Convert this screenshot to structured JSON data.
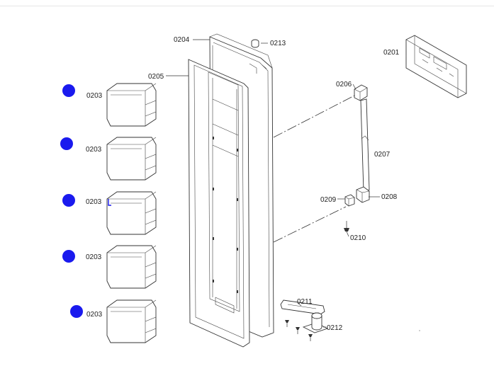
{
  "colors": {
    "marker": "#1a1aee",
    "line": "#333333",
    "accent": "#1a1aee"
  },
  "labels": {
    "p0201": "0201",
    "p0203a": "0203",
    "p0203b": "0203",
    "p0203c": "0203",
    "p0203d": "0203",
    "p0203e": "0203",
    "p0204": "0204",
    "p0205": "0205",
    "p0206": "0206",
    "p0207": "0207",
    "p0208": "0208",
    "p0209": "0209",
    "p0210": "0210",
    "p0211": "0211",
    "p0212": "0212",
    "p0213": "0213"
  }
}
